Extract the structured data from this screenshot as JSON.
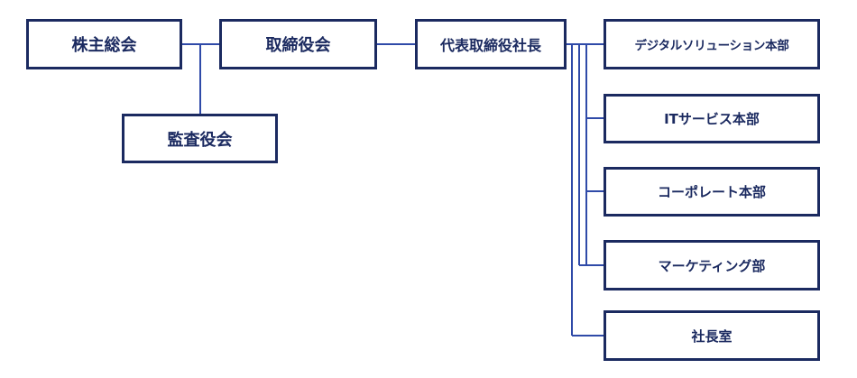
{
  "colors": {
    "box_border": "#1b2a60",
    "text": "#1b2a60",
    "connector": "#2f4aa8",
    "background": "#ffffff"
  },
  "org": {
    "shareholders": "株主総会",
    "board": "取締役会",
    "auditors": "監査役会",
    "president": "代表取締役社長",
    "divisions": [
      "デジタルソリューション本部",
      "ITサービス本部",
      "コーポレート本部",
      "マーケティング部",
      "社長室"
    ]
  }
}
